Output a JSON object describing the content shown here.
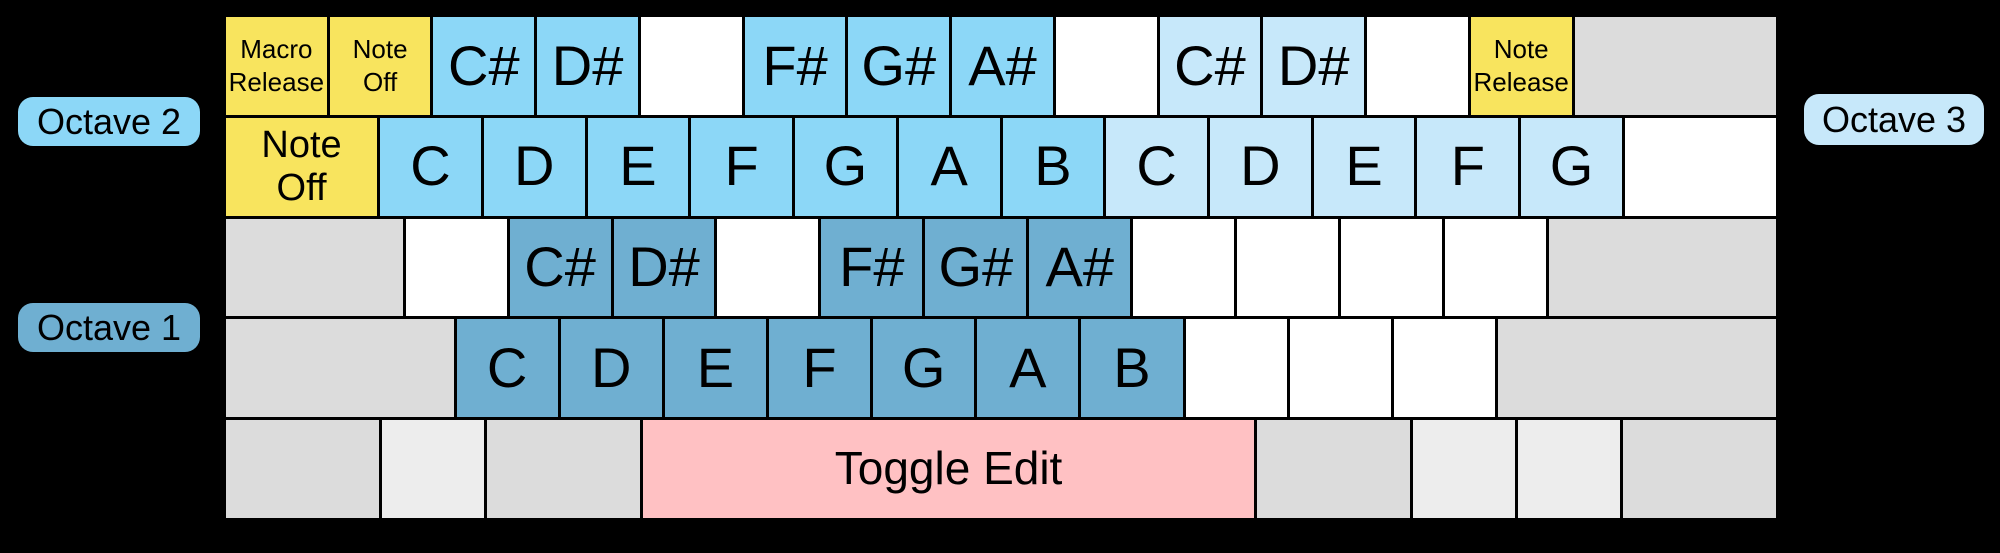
{
  "colors": {
    "background": "#000000",
    "text": "#000000",
    "yellow": "#F8E45E",
    "octave2_blue": "#8CD7F7",
    "octave3_blue": "#C7E8FA",
    "octave1_blue": "#6FAFD1",
    "pink": "#FFC1C3",
    "gray": "#DCDCDC",
    "light_gray": "#EDEDED",
    "white": "#FFFFFF"
  },
  "octave_labels": {
    "octave1": "Octave 1",
    "octave2": "Octave 2",
    "octave3": "Octave 3"
  },
  "keyboard": {
    "rows": [
      {
        "keys": [
          {
            "name": "macro-release-key",
            "lines": [
              "Macro",
              "Release"
            ],
            "color": "yellow",
            "w": 4,
            "size": "sm"
          },
          {
            "name": "note-off-key",
            "lines": [
              "Note",
              "Off"
            ],
            "color": "yellow",
            "w": 4,
            "size": "sm"
          },
          {
            "name": "note-c-sharp-octave2-key",
            "lines": [
              "C#"
            ],
            "color": "octave2_blue",
            "w": 4,
            "size": "lg"
          },
          {
            "name": "note-d-sharp-octave2-key",
            "lines": [
              "D#"
            ],
            "color": "octave2_blue",
            "w": 4,
            "size": "lg"
          },
          {
            "name": "unmapped-key",
            "lines": [],
            "color": "white",
            "w": 4,
            "size": "lg"
          },
          {
            "name": "note-f-sharp-octave2-key",
            "lines": [
              "F#"
            ],
            "color": "octave2_blue",
            "w": 4,
            "size": "lg"
          },
          {
            "name": "note-g-sharp-octave2-key",
            "lines": [
              "G#"
            ],
            "color": "octave2_blue",
            "w": 4,
            "size": "lg"
          },
          {
            "name": "note-a-sharp-octave2-key",
            "lines": [
              "A#"
            ],
            "color": "octave2_blue",
            "w": 4,
            "size": "lg"
          },
          {
            "name": "unmapped-key",
            "lines": [],
            "color": "white",
            "w": 4,
            "size": "lg"
          },
          {
            "name": "note-c-sharp-octave3-key",
            "lines": [
              "C#"
            ],
            "color": "octave3_blue",
            "w": 4,
            "size": "lg"
          },
          {
            "name": "note-d-sharp-octave3-key",
            "lines": [
              "D#"
            ],
            "color": "octave3_blue",
            "w": 4,
            "size": "lg"
          },
          {
            "name": "unmapped-key",
            "lines": [],
            "color": "white",
            "w": 4,
            "size": "lg"
          },
          {
            "name": "note-release-key",
            "lines": [
              "Note",
              "Release"
            ],
            "color": "yellow",
            "w": 4,
            "size": "sm"
          },
          {
            "name": "modifier-key",
            "lines": [],
            "color": "gray",
            "w": 8,
            "size": "lg"
          }
        ]
      },
      {
        "keys": [
          {
            "name": "note-off-wide-key",
            "lines": [
              "Note",
              "Off"
            ],
            "color": "yellow",
            "w": 6,
            "size": "md"
          },
          {
            "name": "note-c-octave2-key",
            "lines": [
              "C"
            ],
            "color": "octave2_blue",
            "w": 4,
            "size": "lg"
          },
          {
            "name": "note-d-octave2-key",
            "lines": [
              "D"
            ],
            "color": "octave2_blue",
            "w": 4,
            "size": "lg"
          },
          {
            "name": "note-e-octave2-key",
            "lines": [
              "E"
            ],
            "color": "octave2_blue",
            "w": 4,
            "size": "lg"
          },
          {
            "name": "note-f-octave2-key",
            "lines": [
              "F"
            ],
            "color": "octave2_blue",
            "w": 4,
            "size": "lg"
          },
          {
            "name": "note-g-octave2-key",
            "lines": [
              "G"
            ],
            "color": "octave2_blue",
            "w": 4,
            "size": "lg"
          },
          {
            "name": "note-a-octave2-key",
            "lines": [
              "A"
            ],
            "color": "octave2_blue",
            "w": 4,
            "size": "lg"
          },
          {
            "name": "note-b-octave2-key",
            "lines": [
              "B"
            ],
            "color": "octave2_blue",
            "w": 4,
            "size": "lg"
          },
          {
            "name": "note-c-octave3-key",
            "lines": [
              "C"
            ],
            "color": "octave3_blue",
            "w": 4,
            "size": "lg"
          },
          {
            "name": "note-d-octave3-key",
            "lines": [
              "D"
            ],
            "color": "octave3_blue",
            "w": 4,
            "size": "lg"
          },
          {
            "name": "note-e-octave3-key",
            "lines": [
              "E"
            ],
            "color": "octave3_blue",
            "w": 4,
            "size": "lg"
          },
          {
            "name": "note-f-octave3-key",
            "lines": [
              "F"
            ],
            "color": "octave3_blue",
            "w": 4,
            "size": "lg"
          },
          {
            "name": "note-g-octave3-key",
            "lines": [
              "G"
            ],
            "color": "octave3_blue",
            "w": 4,
            "size": "lg"
          },
          {
            "name": "unmapped-key",
            "lines": [],
            "color": "white",
            "w": 6,
            "size": "lg"
          }
        ]
      },
      {
        "keys": [
          {
            "name": "modifier-key",
            "lines": [],
            "color": "gray",
            "w": 7,
            "size": "lg"
          },
          {
            "name": "unmapped-key",
            "lines": [],
            "color": "white",
            "w": 4,
            "size": "lg"
          },
          {
            "name": "note-c-sharp-octave1-key",
            "lines": [
              "C#"
            ],
            "color": "octave1_blue",
            "w": 4,
            "size": "lg"
          },
          {
            "name": "note-d-sharp-octave1-key",
            "lines": [
              "D#"
            ],
            "color": "octave1_blue",
            "w": 4,
            "size": "lg"
          },
          {
            "name": "unmapped-key",
            "lines": [],
            "color": "white",
            "w": 4,
            "size": "lg"
          },
          {
            "name": "note-f-sharp-octave1-key",
            "lines": [
              "F#"
            ],
            "color": "octave1_blue",
            "w": 4,
            "size": "lg"
          },
          {
            "name": "note-g-sharp-octave1-key",
            "lines": [
              "G#"
            ],
            "color": "octave1_blue",
            "w": 4,
            "size": "lg"
          },
          {
            "name": "note-a-sharp-octave1-key",
            "lines": [
              "A#"
            ],
            "color": "octave1_blue",
            "w": 4,
            "size": "lg"
          },
          {
            "name": "unmapped-key",
            "lines": [],
            "color": "white",
            "w": 4,
            "size": "lg"
          },
          {
            "name": "unmapped-key",
            "lines": [],
            "color": "white",
            "w": 4,
            "size": "lg"
          },
          {
            "name": "unmapped-key",
            "lines": [],
            "color": "white",
            "w": 4,
            "size": "lg"
          },
          {
            "name": "unmapped-key",
            "lines": [],
            "color": "white",
            "w": 4,
            "size": "lg"
          },
          {
            "name": "modifier-key",
            "lines": [],
            "color": "gray",
            "w": 9,
            "size": "lg"
          }
        ]
      },
      {
        "keys": [
          {
            "name": "modifier-key",
            "lines": [],
            "color": "gray",
            "w": 9,
            "size": "lg"
          },
          {
            "name": "note-c-octave1-key",
            "lines": [
              "C"
            ],
            "color": "octave1_blue",
            "w": 4,
            "size": "lg"
          },
          {
            "name": "note-d-octave1-key",
            "lines": [
              "D"
            ],
            "color": "octave1_blue",
            "w": 4,
            "size": "lg"
          },
          {
            "name": "note-e-octave1-key",
            "lines": [
              "E"
            ],
            "color": "octave1_blue",
            "w": 4,
            "size": "lg"
          },
          {
            "name": "note-f-octave1-key",
            "lines": [
              "F"
            ],
            "color": "octave1_blue",
            "w": 4,
            "size": "lg"
          },
          {
            "name": "note-g-octave1-key",
            "lines": [
              "G"
            ],
            "color": "octave1_blue",
            "w": 4,
            "size": "lg"
          },
          {
            "name": "note-a-octave1-key",
            "lines": [
              "A"
            ],
            "color": "octave1_blue",
            "w": 4,
            "size": "lg"
          },
          {
            "name": "note-b-octave1-key",
            "lines": [
              "B"
            ],
            "color": "octave1_blue",
            "w": 4,
            "size": "lg"
          },
          {
            "name": "unmapped-key",
            "lines": [],
            "color": "white",
            "w": 4,
            "size": "lg"
          },
          {
            "name": "unmapped-key",
            "lines": [],
            "color": "white",
            "w": 4,
            "size": "lg"
          },
          {
            "name": "unmapped-key",
            "lines": [],
            "color": "white",
            "w": 4,
            "size": "lg"
          },
          {
            "name": "modifier-key",
            "lines": [],
            "color": "gray",
            "w": 11,
            "size": "lg"
          }
        ]
      },
      {
        "keys": [
          {
            "name": "modifier-key",
            "lines": [],
            "color": "gray",
            "w": 6,
            "size": "lg"
          },
          {
            "name": "modifier-key",
            "lines": [],
            "color": "light_gray",
            "w": 4,
            "size": "lg"
          },
          {
            "name": "modifier-key",
            "lines": [],
            "color": "gray",
            "w": 6,
            "size": "lg"
          },
          {
            "name": "toggle-edit-key",
            "lines": [
              "Toggle Edit"
            ],
            "color": "pink",
            "w": 24,
            "size": "xl"
          },
          {
            "name": "modifier-key",
            "lines": [],
            "color": "gray",
            "w": 6,
            "size": "lg"
          },
          {
            "name": "modifier-key",
            "lines": [],
            "color": "light_gray",
            "w": 4,
            "size": "lg"
          },
          {
            "name": "modifier-key",
            "lines": [],
            "color": "light_gray",
            "w": 4,
            "size": "lg"
          },
          {
            "name": "modifier-key",
            "lines": [],
            "color": "gray",
            "w": 6,
            "size": "lg"
          }
        ]
      }
    ]
  }
}
